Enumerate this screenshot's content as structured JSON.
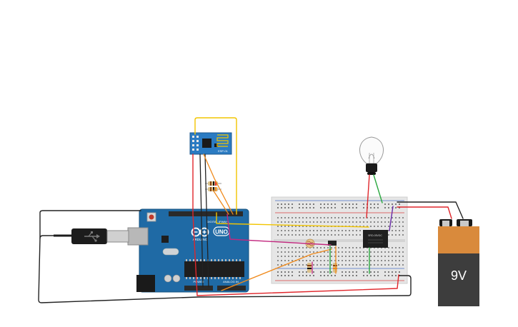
{
  "arduino": {
    "brand": "ARDUINO",
    "model": "UNO",
    "header_digital": "DIGITAL (PWM~)",
    "header_analog": "ANALOG IN",
    "header_power": "POWER"
  },
  "battery": {
    "label": "9V"
  },
  "relay": {
    "label": "SRD-05VDC"
  },
  "wifi_module": {
    "label": "ESP-01"
  },
  "colors": {
    "board": "#1f6aa5",
    "breadboard": "#e6e6e6",
    "wire_red": "#e0262b",
    "wire_black": "#222222",
    "wire_yellow": "#f2c500",
    "wire_orange": "#f08a1c",
    "wire_magenta": "#c2287f",
    "wire_green": "#2aa83f",
    "wire_purple": "#6a2ca8",
    "battery_top": "#d98a3c",
    "battery_body": "#3d3d3d"
  }
}
